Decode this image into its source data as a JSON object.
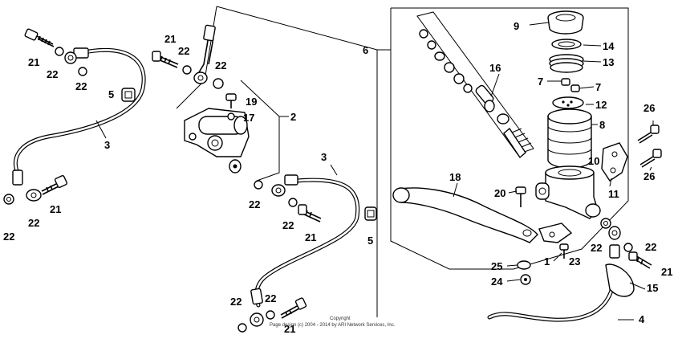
{
  "labels": {
    "l21a": "21",
    "l22a": "22",
    "l22b": "22",
    "l5a": "5",
    "l3a": "3",
    "l22c": "22",
    "l22d": "22",
    "l21b": "21",
    "l21c": "21",
    "l22e": "22",
    "l22f": "22",
    "l19": "19",
    "l17": "17",
    "l2": "2",
    "l3b": "3",
    "l22g": "22",
    "l22h": "22",
    "l21d": "21",
    "l5b": "5",
    "l22i": "22",
    "l22j": "22",
    "l21e": "21",
    "l6": "6",
    "l16": "16",
    "l9": "9",
    "l14": "14",
    "l13": "13",
    "l7a": "7",
    "l7b": "7",
    "l12": "12",
    "l8": "8",
    "l26a": "26",
    "l26b": "26",
    "l10": "10",
    "l11": "11",
    "l18": "18",
    "l20": "20",
    "l22k": "22",
    "l22l": "22",
    "l1": "1",
    "l23": "23",
    "l25": "25",
    "l24": "24",
    "l21f": "21",
    "l15": "15",
    "l4": "4"
  },
  "copyright": {
    "line1": "Copyright",
    "line2": "Page design (c) 2004 - 2014 by ARI Network Services, Inc."
  }
}
